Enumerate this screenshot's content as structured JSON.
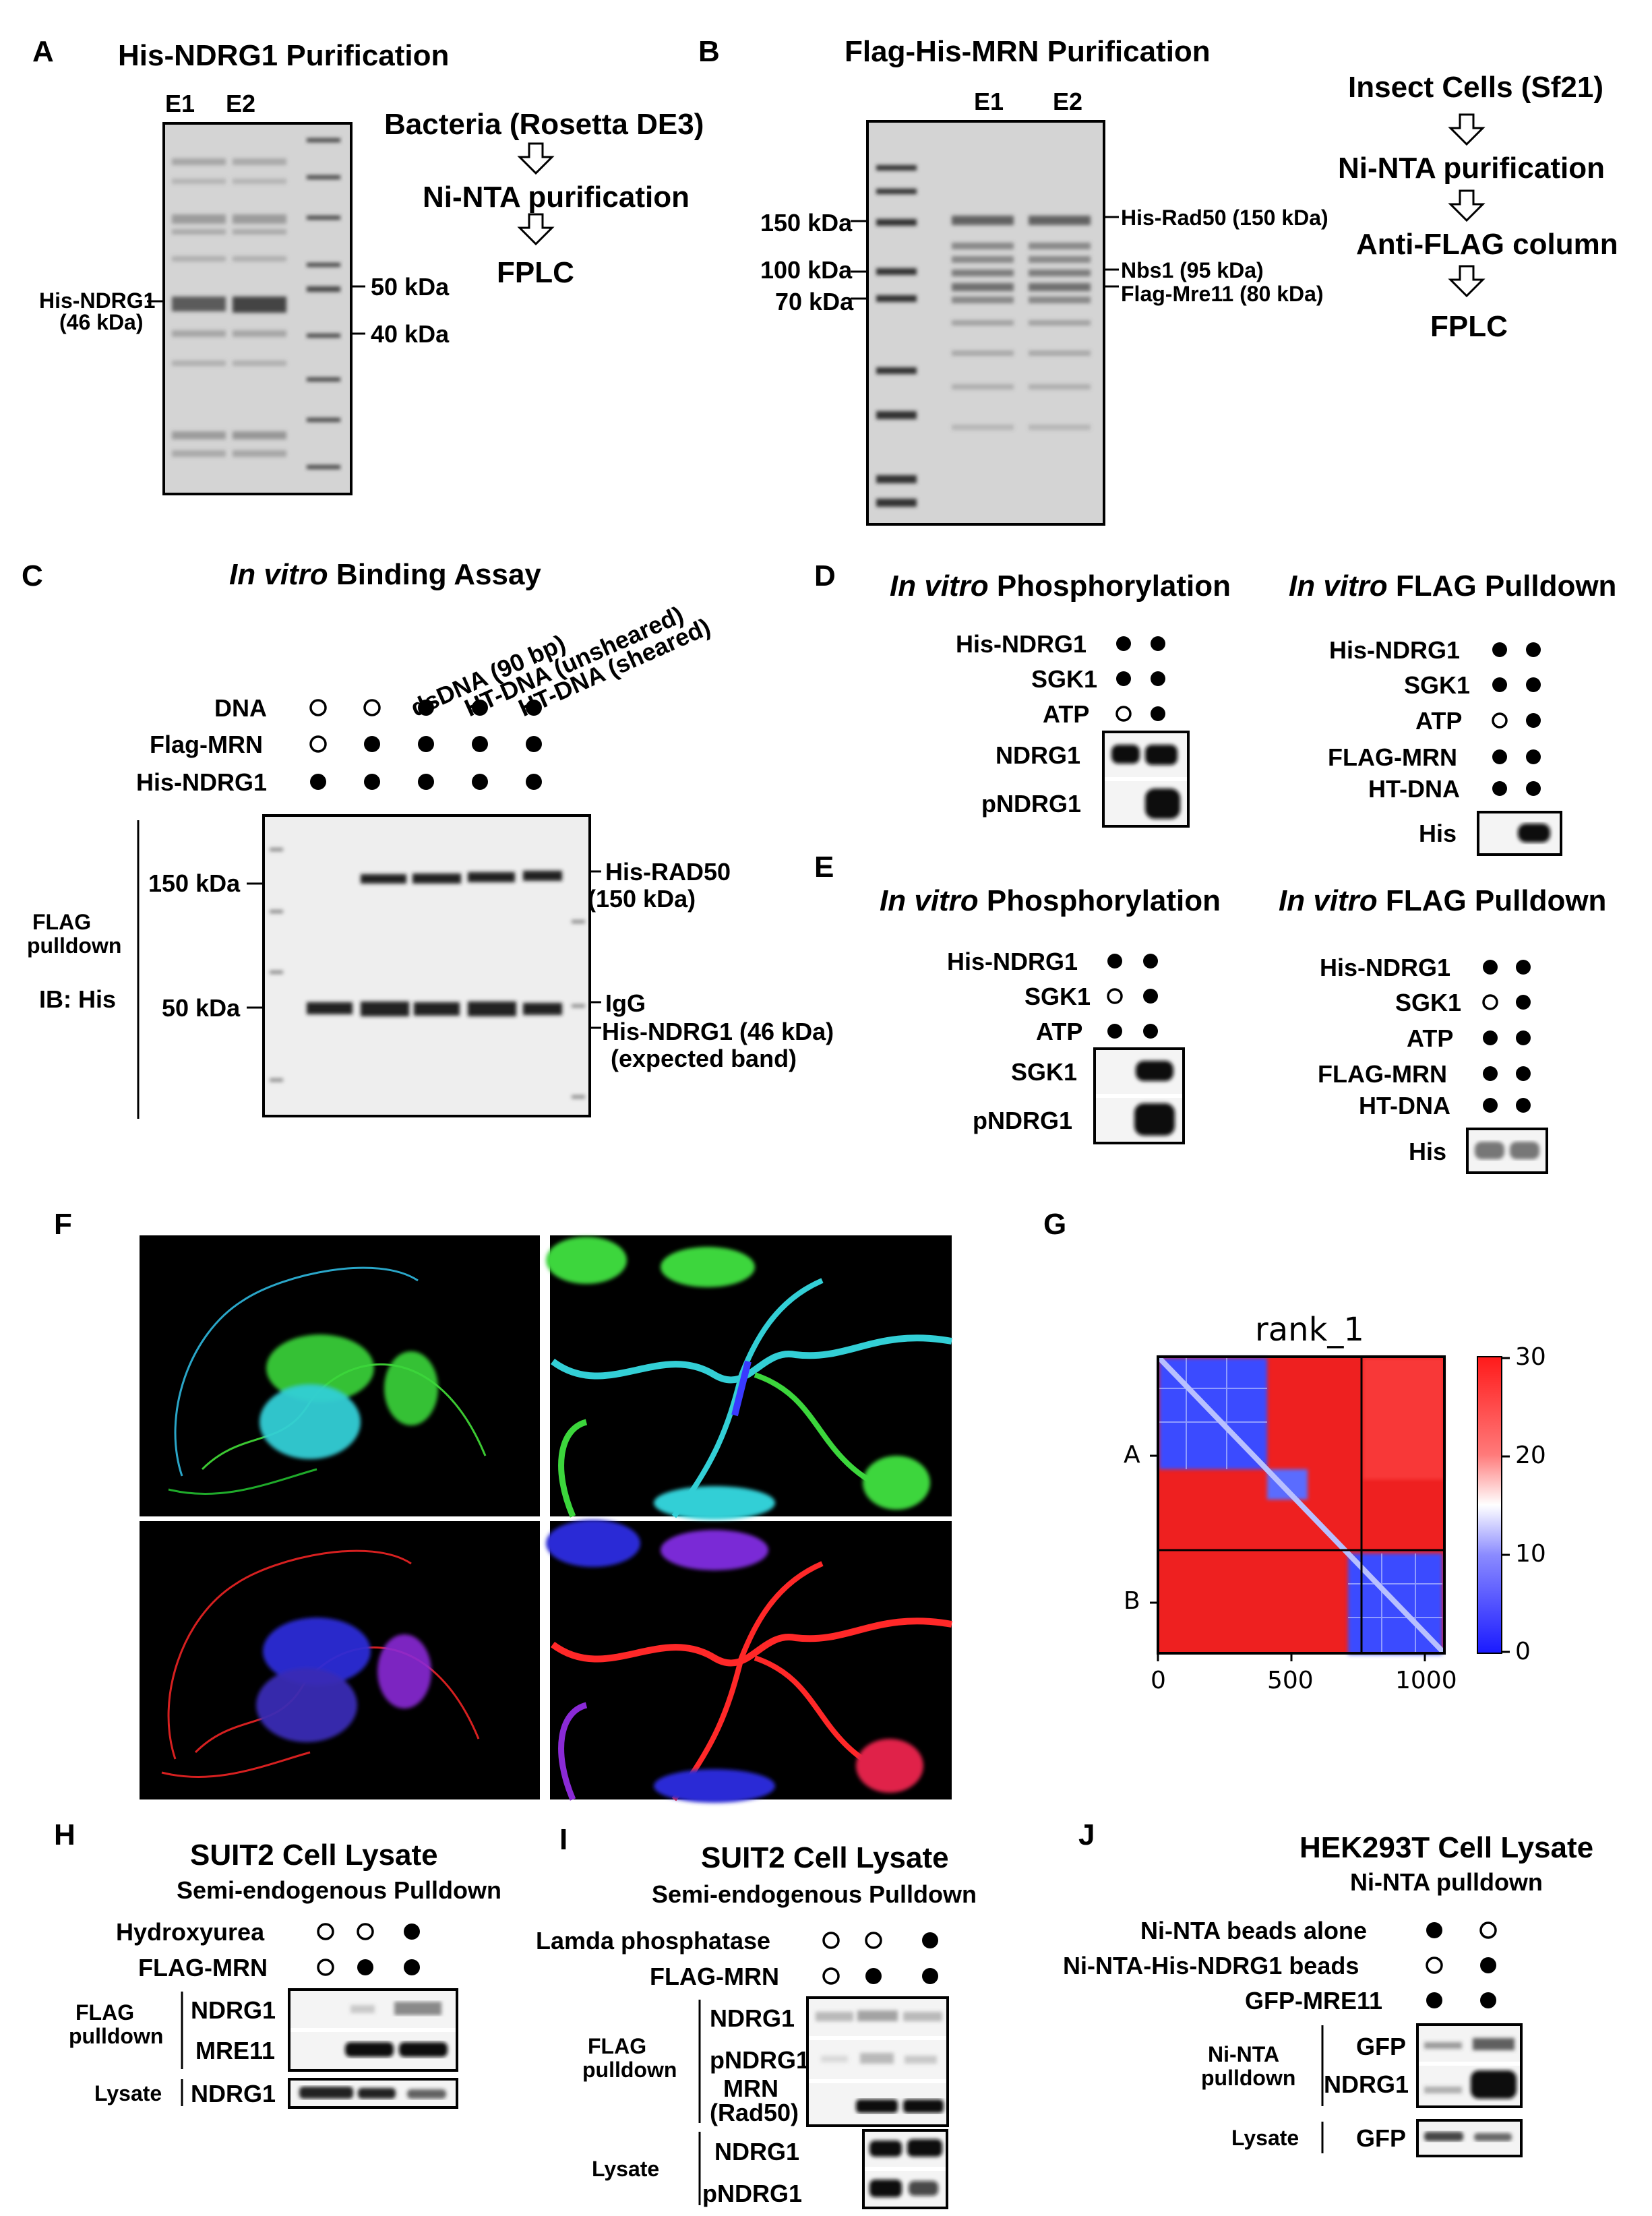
{
  "panels": {
    "A": {
      "letter": "A",
      "title": "His-NDRG1 Purification",
      "lanes": [
        "E1",
        "E2"
      ],
      "band_label_line1": "His-NDRG1",
      "band_label_line2": "(46 kDa)",
      "markers": [
        "50 kDa",
        "40 kDa"
      ],
      "flow": [
        "Bacteria (Rosetta DE3)",
        "Ni-NTA purification",
        "FPLC"
      ]
    },
    "B": {
      "letter": "B",
      "title": "Flag-His-MRN Purification",
      "lanes": [
        "E1",
        "E2"
      ],
      "markers": [
        "150 kDa",
        "100 kDa",
        "70 kDa"
      ],
      "bands": [
        "His-Rad50 (150 kDa)",
        "Nbs1 (95 kDa)",
        "Flag-Mre11 (80 kDa)"
      ],
      "flow": [
        "Insect Cells (Sf21)",
        "Ni-NTA purification",
        "Anti-FLAG column",
        "FPLC"
      ]
    },
    "C": {
      "letter": "C",
      "title_italic": "In vitro",
      "title_rest": " Binding Assay",
      "lane_headers": [
        "dsDNA (90 bp)",
        "HT-DNA (unsheared)",
        "HT-DNA (sheared)"
      ],
      "rows": [
        "DNA",
        "Flag-MRN",
        "His-NDRG1"
      ],
      "side_label_1": "FLAG",
      "side_label_2": "pulldown",
      "side_label_3": "IB: His",
      "markers": [
        "150 kDa",
        "50 kDa"
      ],
      "band_labels": [
        "His-RAD50",
        "(150 kDa)",
        "IgG",
        "His-NDRG1 (46 kDa)",
        "(expected band)"
      ]
    },
    "D": {
      "letter": "D",
      "left_title_italic": "In vitro",
      "left_title_rest": " Phosphorylation",
      "left_rows": [
        "His-NDRG1",
        "SGK1",
        "ATP"
      ],
      "left_blots": [
        "NDRG1",
        "pNDRG1"
      ],
      "right_title_italic": "In vitro",
      "right_title_rest": " FLAG Pulldown",
      "right_rows": [
        "His-NDRG1",
        "SGK1",
        "ATP",
        "FLAG-MRN",
        "HT-DNA"
      ],
      "right_blots": [
        "His"
      ]
    },
    "E": {
      "letter": "E",
      "left_title_italic": "In vitro",
      "left_title_rest": " Phosphorylation",
      "left_rows": [
        "His-NDRG1",
        "SGK1",
        "ATP"
      ],
      "left_blots": [
        "SGK1",
        "pNDRG1"
      ],
      "right_title_italic": "In vitro",
      "right_title_rest": " FLAG Pulldown",
      "right_rows": [
        "His-NDRG1",
        "SGK1",
        "ATP",
        "FLAG-MRN",
        "HT-DNA"
      ],
      "right_blots": [
        "His"
      ]
    },
    "F": {
      "letter": "F"
    },
    "G": {
      "letter": "G",
      "plot_title": "rank_1",
      "y_labels": [
        "A",
        "B"
      ],
      "x_ticks": [
        "0",
        "500",
        "1000"
      ],
      "colorbar_ticks": [
        "30",
        "20",
        "10",
        "0"
      ]
    },
    "H": {
      "letter": "H",
      "title": "SUIT2 Cell Lysate",
      "subtitle": "Semi-endogenous Pulldown",
      "rows": [
        "Hydroxyurea",
        "FLAG-MRN"
      ],
      "group1_a": "FLAG",
      "group1_b": "pulldown",
      "group2": "Lysate",
      "blots": [
        "NDRG1",
        "MRE11",
        "NDRG1"
      ]
    },
    "I": {
      "letter": "I",
      "title": "SUIT2 Cell Lysate",
      "subtitle": "Semi-endogenous Pulldown",
      "rows": [
        "Lamda phosphatase",
        "FLAG-MRN"
      ],
      "group1_a": "FLAG",
      "group1_b": "pulldown",
      "group2": "Lysate",
      "blots": [
        "NDRG1",
        "pNDRG1",
        "MRN",
        "(Rad50)",
        "NDRG1",
        "pNDRG1"
      ]
    },
    "J": {
      "letter": "J",
      "title": "HEK293T Cell Lysate",
      "subtitle": "Ni-NTA pulldown",
      "rows": [
        "Ni-NTA beads alone",
        "Ni-NTA-His-NDRG1 beads",
        "GFP-MRE11"
      ],
      "group1_a": "Ni-NTA",
      "group1_b": "pulldown",
      "group2": "Lysate",
      "blots": [
        "GFP",
        "NDRG1",
        "GFP"
      ]
    }
  }
}
